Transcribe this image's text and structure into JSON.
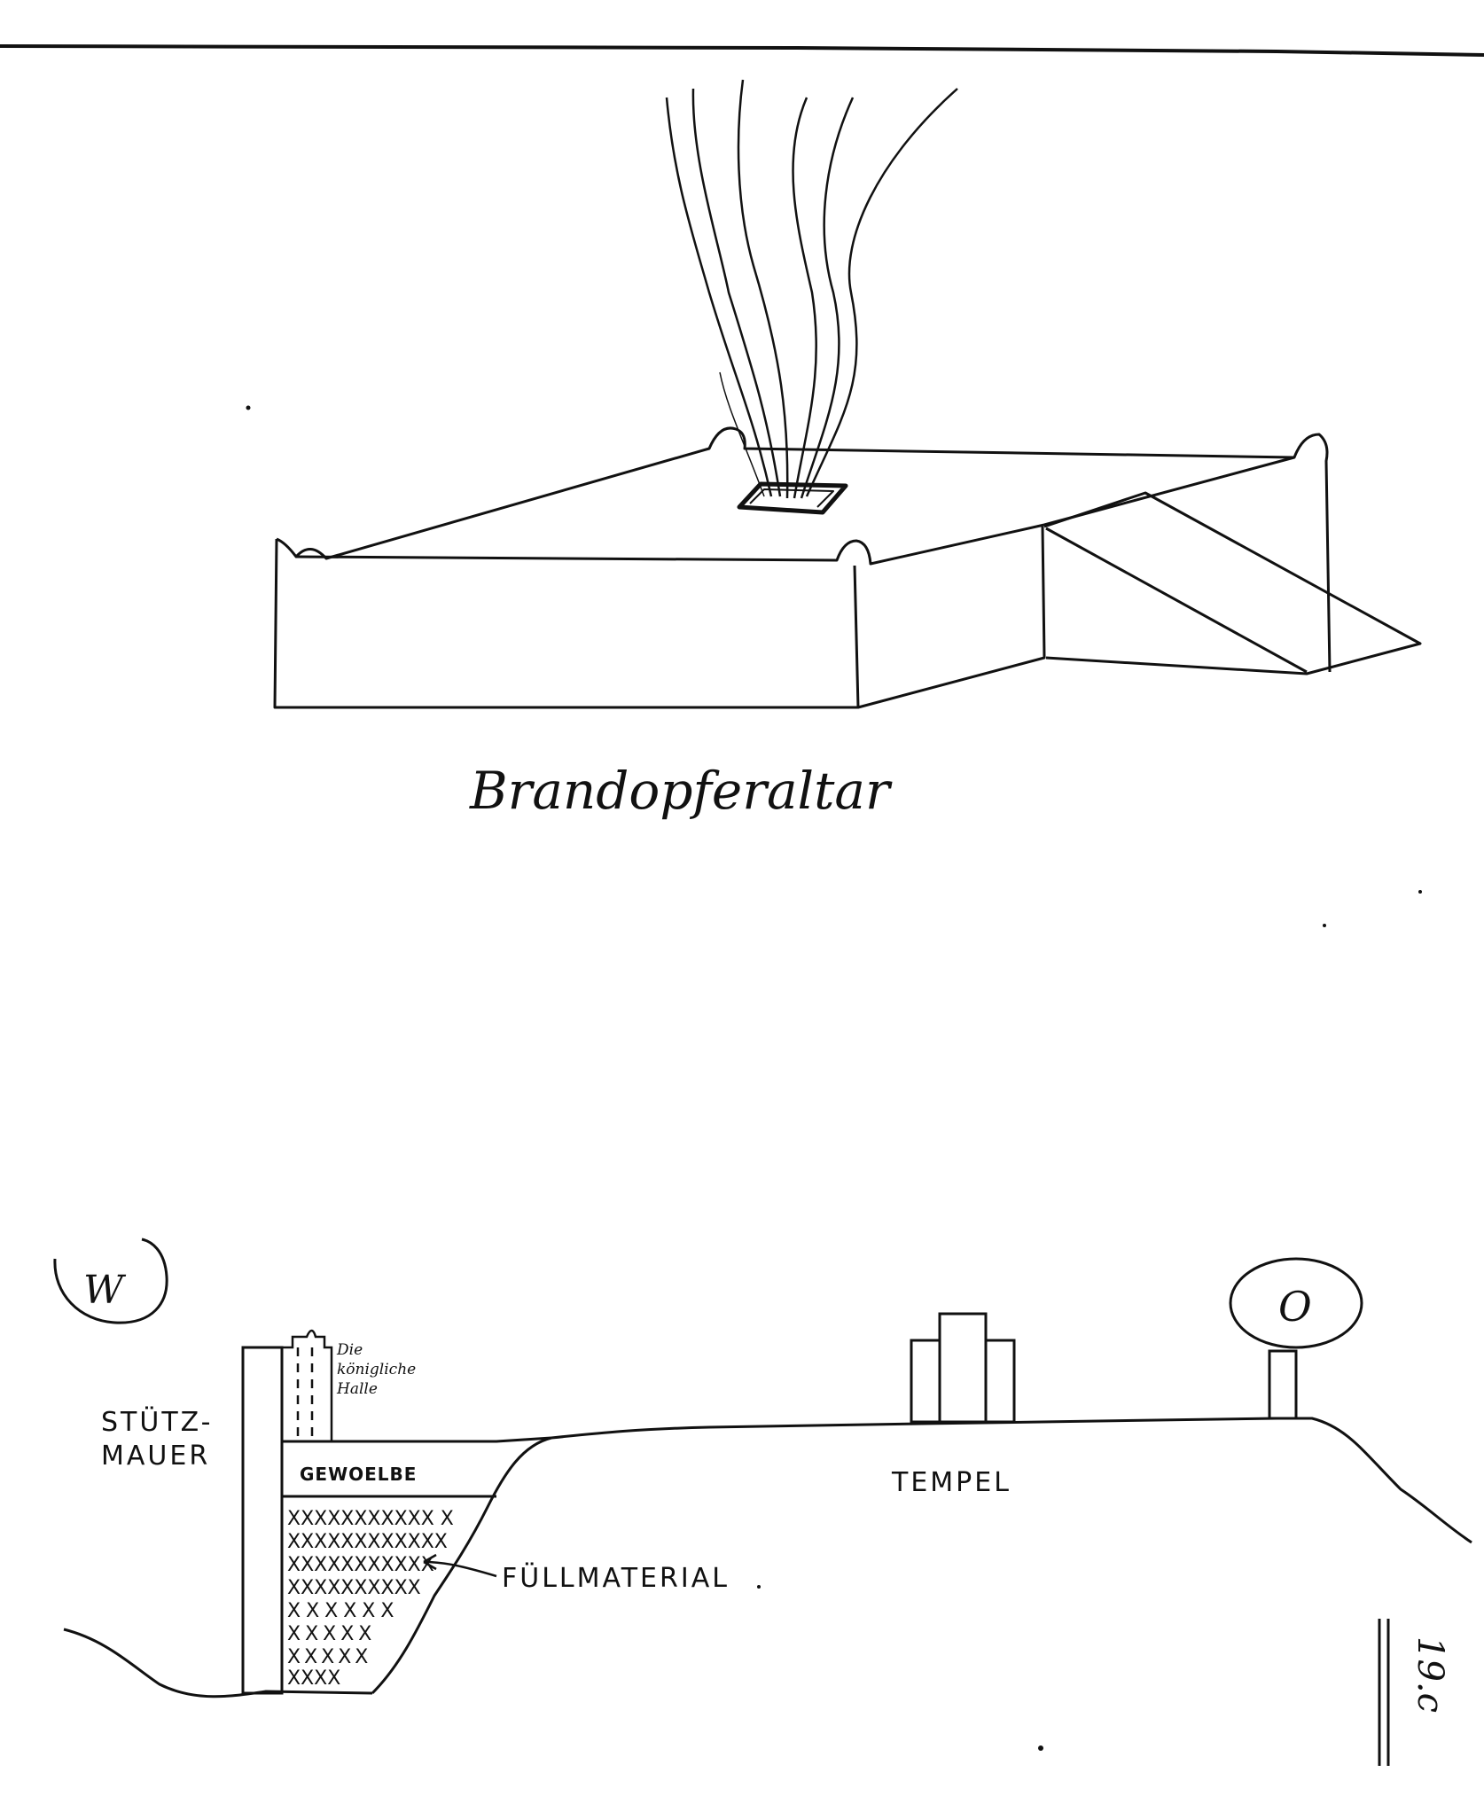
{
  "top_figure": {
    "caption": "Brandopferaltar"
  },
  "bottom_figure": {
    "compass_west": "W",
    "compass_east": "O",
    "labels": {
      "stuetz_line1": "STÜTZ-",
      "stuetz_line2": "MAUER",
      "koenigliche_line1": "Die",
      "koenigliche_line2": "königliche",
      "koenigliche_line3": "Halle",
      "gewoelbe": "GEWOELBE",
      "tempel": "TEMPEL",
      "fuellmaterial": "FÜLLMATERIAL"
    }
  },
  "page_number": "19.c",
  "colors": {
    "ink": "#111111",
    "paper": "#ffffff"
  }
}
